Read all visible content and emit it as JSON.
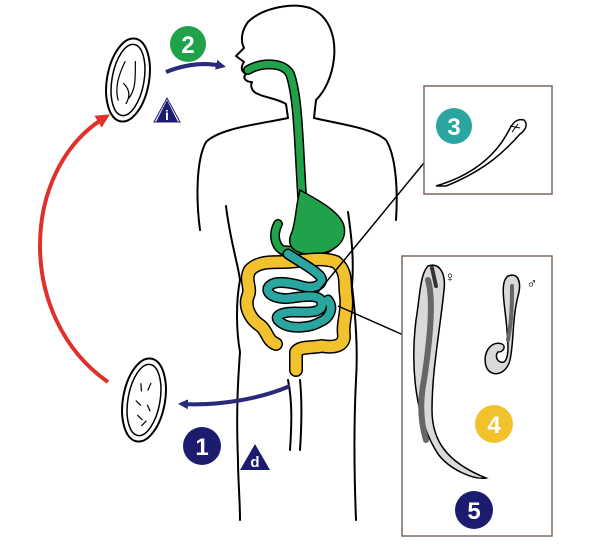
{
  "colors": {
    "background": "#ffffff",
    "outline": "#000000",
    "esophagus_stomach": "#1fa24a",
    "small_intestine": "#2aa5a0",
    "large_intestine": "#f2c12e",
    "arrow_navy": "#2a2a7a",
    "arrow_red": "#e0302a",
    "badge_green": "#1fa24a",
    "badge_teal": "#2aa5a0",
    "badge_yellow": "#f2c12e",
    "badge_navy": "#1c1c6e",
    "worm_gray": "#9a9a9a",
    "worm_light": "#d9d9d9"
  },
  "labels": {
    "step1": "1",
    "step2": "2",
    "step3": "3",
    "step4": "4",
    "step5": "5",
    "infective_stage": "i",
    "diagnostic_stage": "d",
    "female_symbol": "♀",
    "male_symbol": "♂"
  }
}
